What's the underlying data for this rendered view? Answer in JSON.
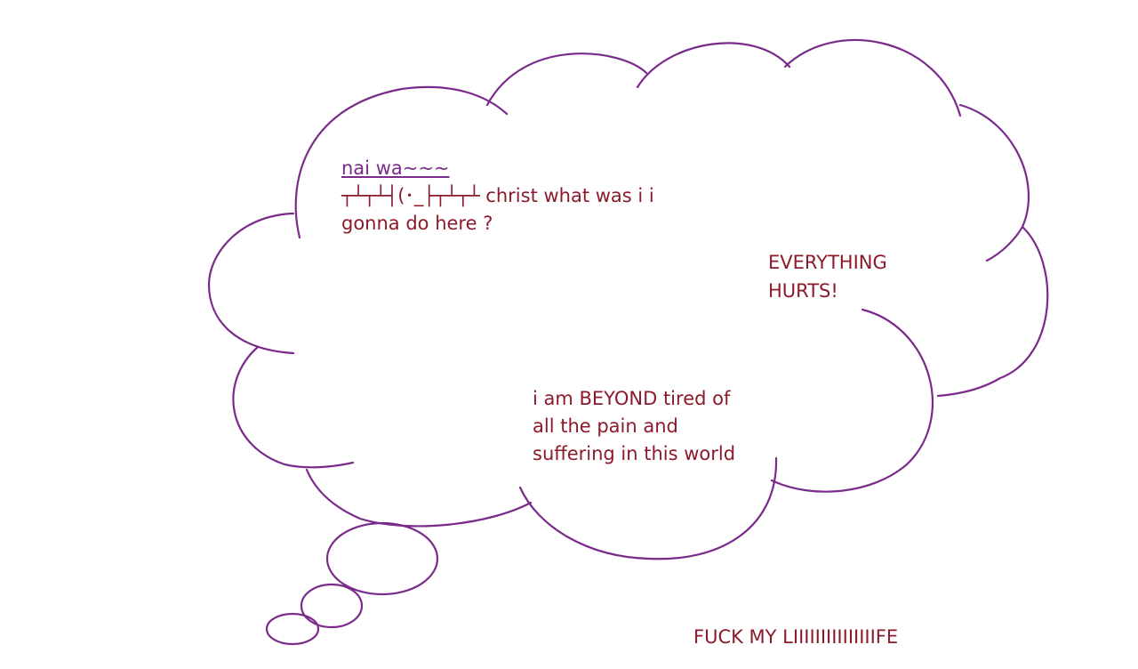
{
  "colors": {
    "stroke": "#7a2a8a",
    "text": "#8b1a2b",
    "heading": "#7a2a8a",
    "background": "#ffffff"
  },
  "cloud": {
    "heading": "nai wa~~~",
    "line_a": "┬┴┬┴┤(･_├┬┴┬┴  christ  what was i i",
    "line_b": "gonna do here ?",
    "everything_1": "EVERYTHING",
    "everything_2": "HURTS!",
    "beyond_1": "i am BEYOND  tired  of",
    "beyond_2": "all the pain and",
    "beyond_3": "suffering in this world"
  },
  "footer": "FUCK MY LIIIIIIIIIIIIIIIFE"
}
